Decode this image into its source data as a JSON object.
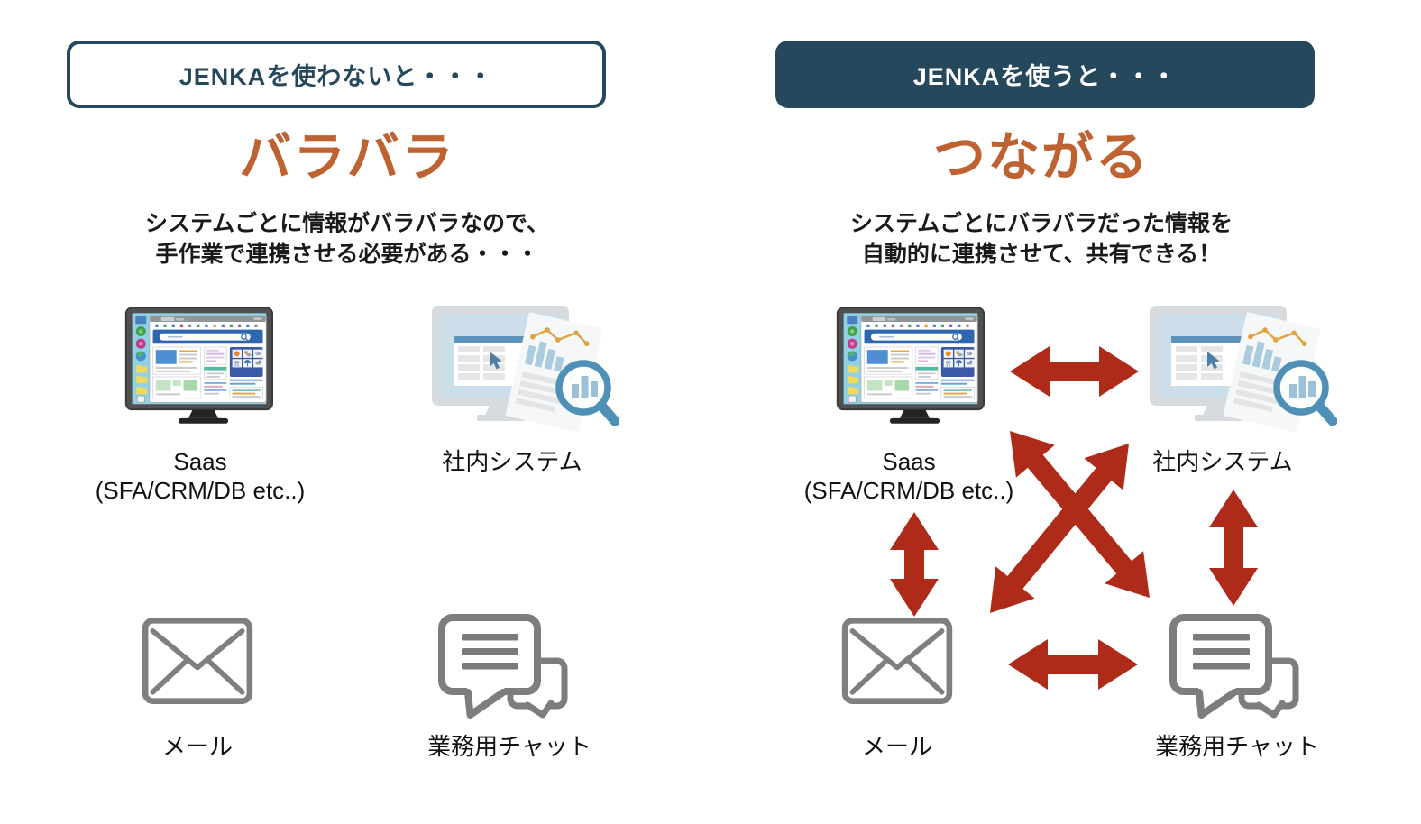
{
  "colors": {
    "header_blue": "#25485C",
    "accent_orange": "#BE6231",
    "arrow_red": "#AE2A19",
    "icon_gray": "#7F7F7F"
  },
  "left_panel": {
    "header_label": "JENKAを使わないと・・・",
    "headline": "バラバラ",
    "description_line1": "システムごとに情報がバラバラなので、",
    "description_line2": "手作業で連携させる必要がある・・・",
    "labels": {
      "saas_title": "Saas",
      "saas_subtitle": "(SFA/CRM/DB etc..)",
      "internal_system": "社内システム",
      "mail": "メール",
      "chat": "業務用チャット"
    }
  },
  "right_panel": {
    "header_label": "JENKAを使うと・・・",
    "headline": "つながる",
    "description_line1": "システムごとにバラバラだった情報を",
    "description_line2": "自動的に連携させて、共有できる！",
    "labels": {
      "saas_title": "Saas",
      "saas_subtitle": "(SFA/CRM/DB etc..)",
      "internal_system": "社内システム",
      "mail": "メール",
      "chat": "業務用チャット"
    }
  }
}
